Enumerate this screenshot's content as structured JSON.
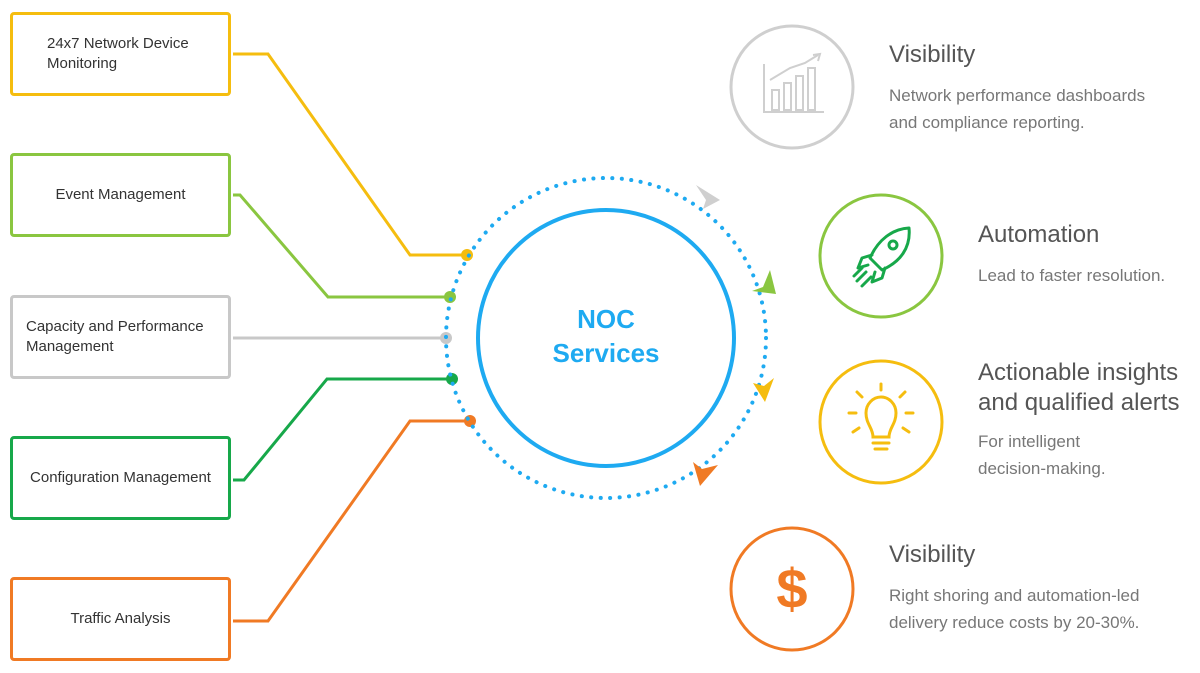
{
  "center": {
    "title_line1": "NOC",
    "title_line2": "Services"
  },
  "colors": {
    "yellow": "#f5bd0f",
    "lightgreen": "#8ac640",
    "gray": "#c8c8c8",
    "green": "#17a84a",
    "orange": "#f07a24",
    "blue": "#1eaaf1",
    "dots": "#1eaaf1",
    "arrow_gray": "#cfcfcf"
  },
  "services": [
    {
      "label": "24x7 Network Device\nMonitoring",
      "color": "#f5bd0f"
    },
    {
      "label": "Event Management",
      "color": "#8ac640"
    },
    {
      "label": "Capacity and Performance\nManagement",
      "color": "#c8c8c8"
    },
    {
      "label": "Configuration Management",
      "color": "#17a84a"
    },
    {
      "label": "Traffic Analysis",
      "color": "#f07a24"
    }
  ],
  "features": [
    {
      "title": "Visibility",
      "desc": "Network performance dashboards\nand compliance reporting.",
      "icon": "chart-icon",
      "color": "#cfcfcf"
    },
    {
      "title": "Automation",
      "desc": "Lead to faster resolution.",
      "icon": "rocket-icon",
      "color": "#8ac640"
    },
    {
      "title": "Actionable insights\nand qualified alerts",
      "desc": "For intelligent\ndecision-making.",
      "icon": "lightbulb-icon",
      "color": "#f5bd0f"
    },
    {
      "title": "Visibility",
      "desc": "Right shoring and automation-led\ndelivery reduce costs by 20-30%.",
      "icon": "dollar-icon",
      "color": "#f07a24"
    }
  ]
}
